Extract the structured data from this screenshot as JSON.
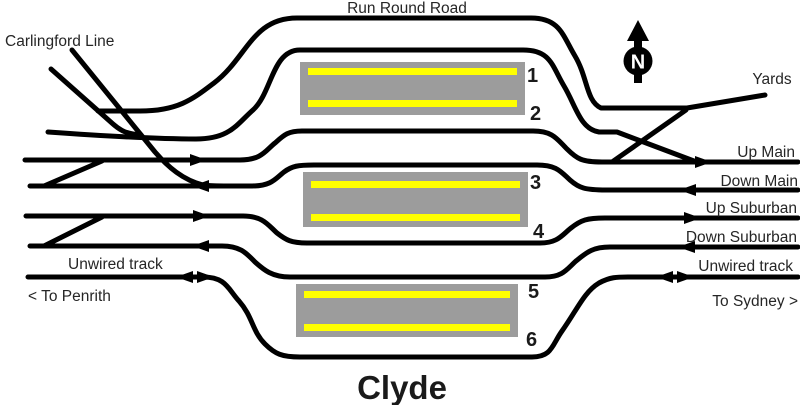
{
  "title": "Clyde",
  "compass": {
    "letter": "N"
  },
  "corridor": {
    "lines": {
      "run_round": "Run Round Road",
      "carlingford": "Carlingford Line",
      "up_main": "Up Main",
      "down_main": "Down Main",
      "up_suburban": "Up Suburban",
      "down_suburban": "Down Suburban"
    },
    "left": {
      "unwired_label": "Unwired track",
      "destination": "< To Penrith"
    },
    "right": {
      "yards": "Yards",
      "unwired_label": "Unwired track",
      "destination": "To Sydney >"
    }
  },
  "platforms": {
    "faces": [
      "1",
      "2",
      "3",
      "4",
      "5",
      "6"
    ]
  },
  "colors": {
    "track": "#000000",
    "platform": "#9c9c9c",
    "platform_edge": "#ffff00",
    "text": "#262626",
    "background": "#ffffff"
  }
}
